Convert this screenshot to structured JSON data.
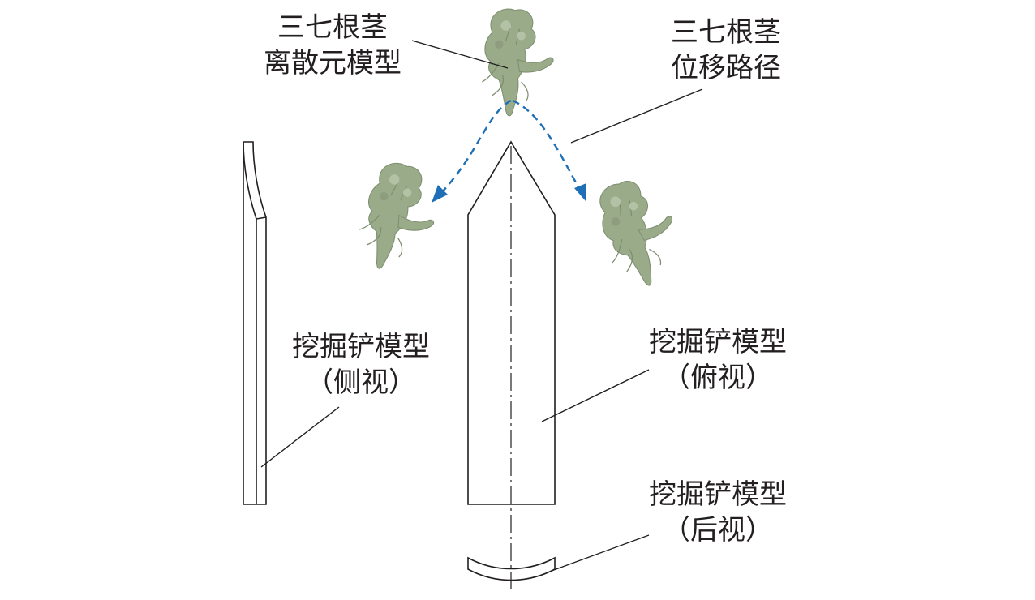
{
  "labels": {
    "rhizome_model": {
      "line1": "三七根茎",
      "line2": "离散元模型"
    },
    "rhizome_path": {
      "line1": "三七根茎",
      "line2": "位移路径"
    },
    "shovel_side": {
      "line1": "挖掘铲模型",
      "line2": "（侧视）"
    },
    "shovel_top": {
      "line1": "挖掘铲模型",
      "line2": "（俯视）"
    },
    "shovel_rear": {
      "line1": "挖掘铲模型",
      "line2": "（后视）"
    }
  },
  "colors": {
    "outline": "#231f20",
    "path_arrow": "#1f6fb6",
    "rhizome_fill": "#9aab8a"
  },
  "icons": {
    "rhizome": "rhizome-icon",
    "arrow": "arrow-head-icon"
  }
}
